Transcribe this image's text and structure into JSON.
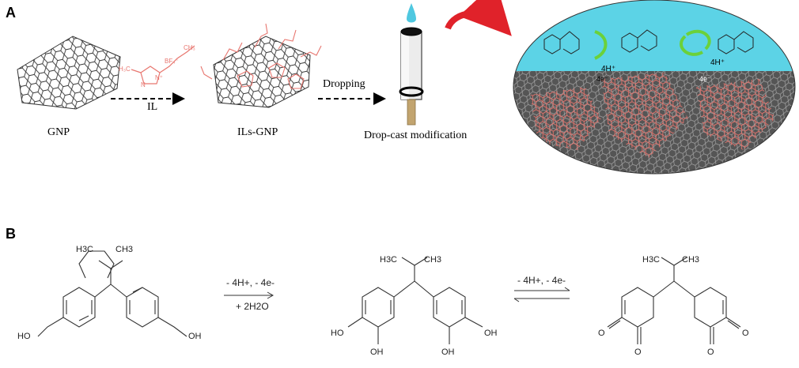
{
  "panels": {
    "a_label": "A",
    "b_label": "B"
  },
  "panel_a": {
    "gnp_caption": "GNP",
    "il_label": "IL",
    "ils_gnp_caption": "ILs-GNP",
    "dropping_label": "Dropping",
    "dropcast_caption": "Drop-cast modification",
    "il_molecule": {
      "ch3_top": "CH₃",
      "bf4": "BF₄⁻",
      "n_plus": "N⁺",
      "n": "N",
      "h3c": "H₃C"
    },
    "electrode_labels": {
      "protons_1": "4H⁺",
      "protons_2": "4H⁺",
      "electrons_1": "4e⁻",
      "electrons_2": "4e⁻"
    }
  },
  "panel_b": {
    "mol1": {
      "h3c": "H3C",
      "ch3": "CH3",
      "oh_left": "HO",
      "oh_right": "OH"
    },
    "step1": {
      "top": "- 4H+, - 4e-",
      "bottom": "+ 2H2O"
    },
    "mol2": {
      "h3c": "H3C",
      "ch3": "CH3",
      "ho_1": "HO",
      "oh_1": "OH",
      "oh_2": "OH",
      "oh_3": "OH"
    },
    "step2": {
      "top": "- 4H+, - 4e-"
    },
    "mol3": {
      "h3c": "H3C",
      "ch3": "CH3",
      "o_1": "O",
      "o_2": "O",
      "o_3": "O",
      "o_4": "O"
    }
  },
  "colors": {
    "sky": "#5cd3e6",
    "electrode": "#555555",
    "red_accent": "#e0222a",
    "green_arrow": "#6bd13a",
    "network_red": "#e8766f"
  }
}
